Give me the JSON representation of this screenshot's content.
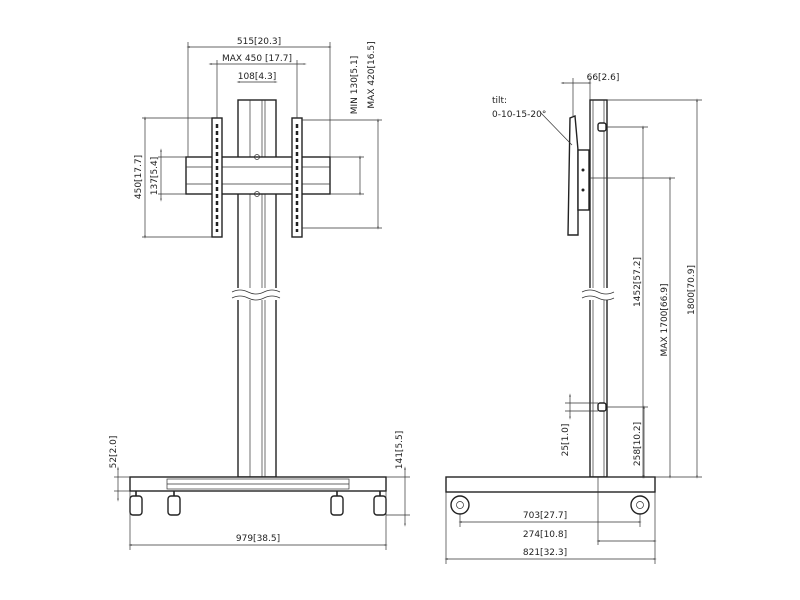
{
  "front_view": {
    "width_overall": "515[20.3]",
    "vesa_max_width": "MAX 450 [17.7]",
    "column_width": "108[4.3]",
    "bracket_height": "450[17.7]",
    "rail_height": "137[5.4]",
    "vesa_min_height": "MIN 130[5.1]",
    "vesa_max_height": "MAX 420[16.5]",
    "base_height": "52[2.0]",
    "caster_height": "141[5.5]",
    "base_width": "979[38.5]"
  },
  "side_view": {
    "mount_depth": "66[2.6]",
    "tilt_label": "tilt:",
    "tilt_values": "0-10-15-20°",
    "min_height": "1452[57.2]",
    "max_height": "MAX 1700[66.9]",
    "total_height": "1800[70.9]",
    "small_offset": "25[1.0]",
    "lower_offset": "258[10.2]",
    "wheel_spacing": "703[27.7]",
    "rear_offset": "274[10.8]",
    "base_depth": "821[32.3]"
  }
}
